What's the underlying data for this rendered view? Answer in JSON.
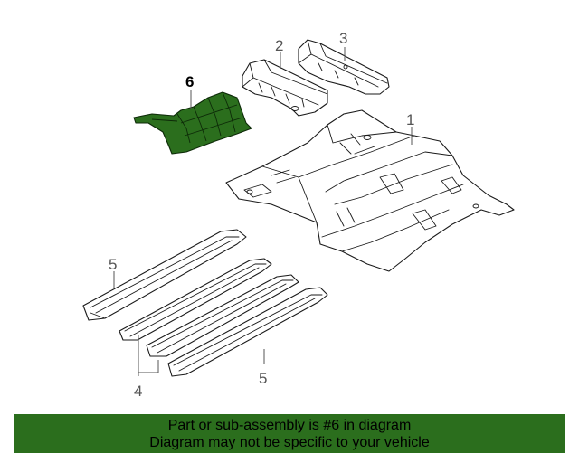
{
  "callouts": {
    "part_1": "1",
    "part_2": "2",
    "part_3": "3",
    "part_4": "4",
    "part_5_upper": "5",
    "part_5_lower": "5",
    "part_6": "6"
  },
  "highlighted_part": "6",
  "colors": {
    "banner_background": "#2b6e1d",
    "highlight_fill": "#2b6e1d",
    "line": "#1a1a1a",
    "callout_text": "#555555"
  },
  "banner": {
    "line1": "Part or sub-assembly is #6 in diagram",
    "line2": "Diagram may not be specific to your vehicle"
  }
}
